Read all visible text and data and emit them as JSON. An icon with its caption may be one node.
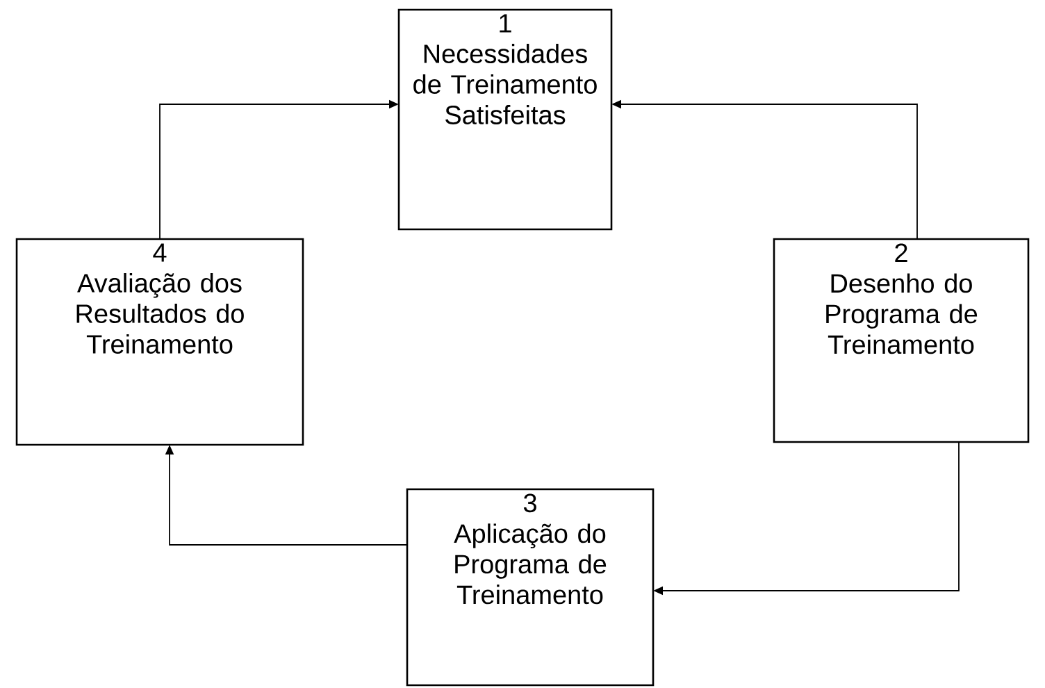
{
  "diagram": {
    "nodes": [
      {
        "text": [
          "1",
          "Necessidades de Treinamento Satisfeitas"
        ]
      },
      {
        "text": [
          "2",
          "Desenho do Programa de Treinamento"
        ]
      },
      {
        "text": [
          "3",
          "Aplicação do Programa de Treinamento"
        ]
      },
      {
        "text": [
          "4",
          "Avaliação dos Resultados do Treinamento"
        ]
      }
    ],
    "edges": [
      {
        "from": 1,
        "to": 0,
        "arrow": "to"
      },
      {
        "from": 1,
        "to": 2,
        "arrow": "to"
      },
      {
        "from": 2,
        "to": 3,
        "arrow": "to"
      },
      {
        "from": 3,
        "to": 0,
        "arrow": "to"
      }
    ]
  }
}
